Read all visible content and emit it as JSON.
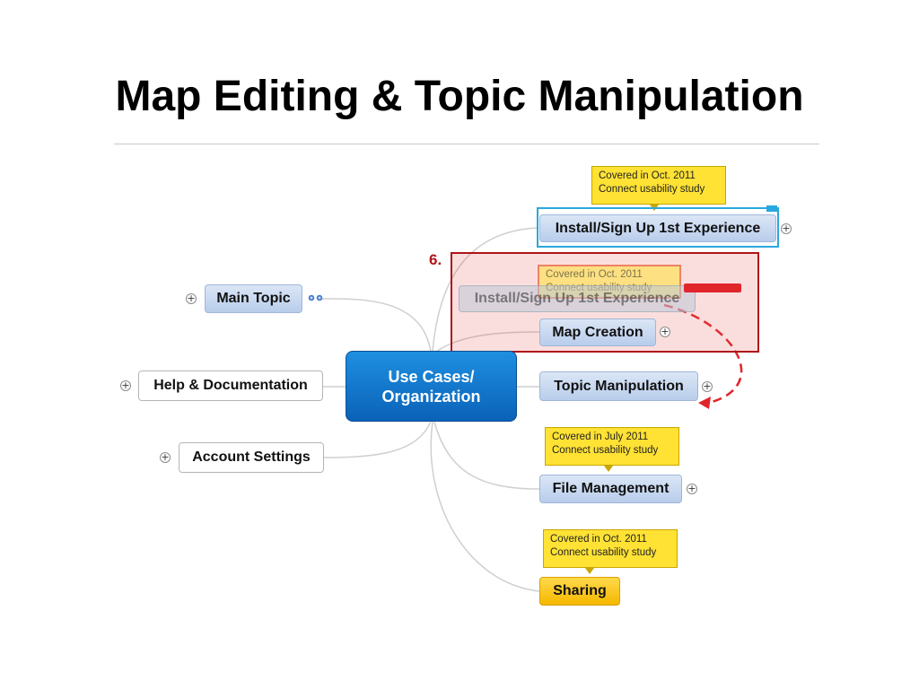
{
  "slide": {
    "title": "Map Editing & Topic Manipulation"
  },
  "map": {
    "center": {
      "line1": "Use Cases/",
      "line2": "Organization"
    },
    "left_topics": [
      {
        "label": "Main Topic"
      },
      {
        "label": "Help & Documentation"
      },
      {
        "label": "Account Settings"
      }
    ],
    "right_topics": [
      {
        "label": "Install/Sign Up 1st Experience"
      },
      {
        "label": "Map Creation"
      },
      {
        "label": "Topic Manipulation"
      },
      {
        "label": "File Management"
      },
      {
        "label": "Sharing"
      }
    ],
    "callouts": [
      {
        "line1": "Covered in Oct. 2011",
        "line2": "Connect usability study"
      },
      {
        "line1": "Covered in July 2011",
        "line2": "Connect usability study"
      },
      {
        "line1": "Covered in Oct. 2011",
        "line2": "Connect usability study"
      }
    ],
    "drag_ghost": {
      "label": "Install/Sign Up 1st Experience",
      "callout_line1": "Covered in Oct. 2011",
      "callout_line2": "Connect usability study"
    },
    "step_label": "6.",
    "expand_symbol": "+"
  },
  "colors": {
    "center": "#0a62b8",
    "topic_blue": "#c7d8f0",
    "callout_yellow": "#ffe234",
    "sharing_yellow": "#f6b800",
    "highlight_red": "#b0141a",
    "selection_blue": "#29a8e0"
  },
  "icons": [
    "expand-plus-icon",
    "relationship-link-icon",
    "drag-arrow-icon"
  ]
}
